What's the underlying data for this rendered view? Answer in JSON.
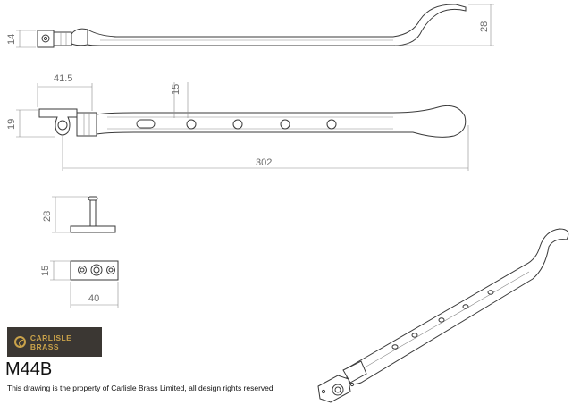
{
  "dimensions": {
    "side_height": "14",
    "side_rise": "28",
    "hook_offset": "41.5",
    "hole_pitch": "15",
    "plan_height": "19",
    "overall_length": "302",
    "pin_height": "28",
    "plate_height": "15",
    "plate_width": "40"
  },
  "brand": {
    "name": "CARLISLE BRASS",
    "logo_icon": "carlisle-brass-logo-icon",
    "color_gold": "#c9a24a",
    "color_box": "#3b3733"
  },
  "model": "M44B",
  "notice": "This drawing is the property of Carlisle Brass Limited, all design rights reserved"
}
